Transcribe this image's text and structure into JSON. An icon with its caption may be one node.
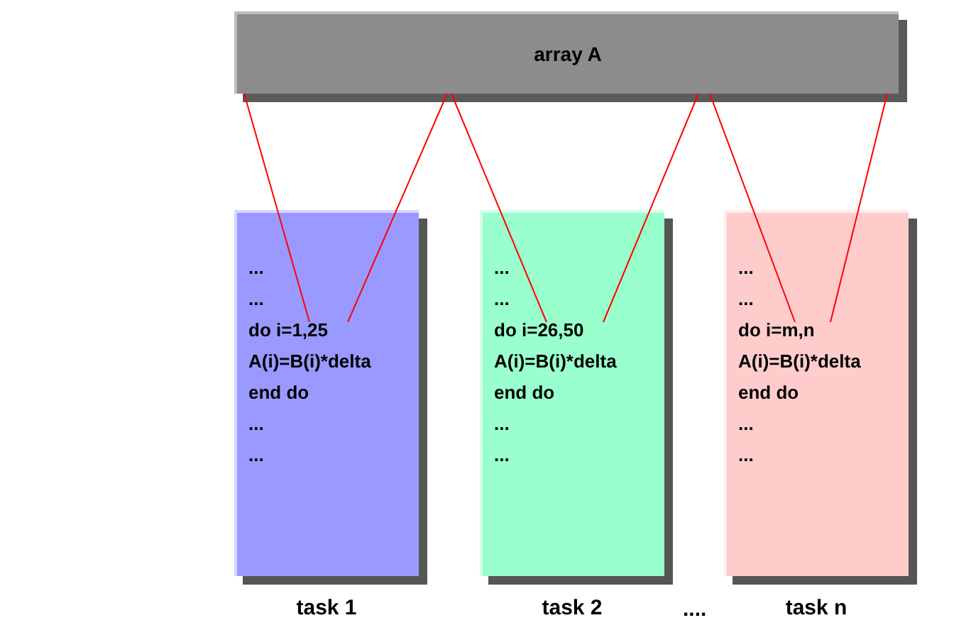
{
  "diagram": {
    "nodes": [
      {
        "text": [
          "array A"
        ]
      },
      {
        "text": [
          "...",
          "...",
          "do i=1,25",
          "A(i)=B(i)*delta",
          "end do",
          "...",
          "..."
        ],
        "beside": [
          "task 1"
        ]
      },
      {
        "text": [
          "...",
          "...",
          "do i=26,50",
          "A(i)=B(i)*delta",
          "end do",
          "...",
          "..."
        ],
        "beside": [
          "task 2"
        ]
      },
      {
        "text": [
          "...",
          "...",
          "do i=m,n",
          "A(i)=B(i)*delta",
          "end do",
          "...",
          "..."
        ],
        "beside": [
          "task n"
        ]
      }
    ],
    "edges": [
      {
        "from": 0,
        "to": 1,
        "arrow": "none",
        "color": "#ff0000"
      },
      {
        "from": 0,
        "to": 1,
        "arrow": "none",
        "color": "#ff0000"
      },
      {
        "from": 0,
        "to": 2,
        "arrow": "none",
        "color": "#ff0000"
      },
      {
        "from": 0,
        "to": 2,
        "arrow": "none",
        "color": "#ff0000"
      },
      {
        "from": 0,
        "to": 3,
        "arrow": "none",
        "color": "#ff0000"
      },
      {
        "from": 0,
        "to": 3,
        "arrow": "none",
        "color": "#ff0000"
      }
    ],
    "labels": [
      "...."
    ]
  }
}
